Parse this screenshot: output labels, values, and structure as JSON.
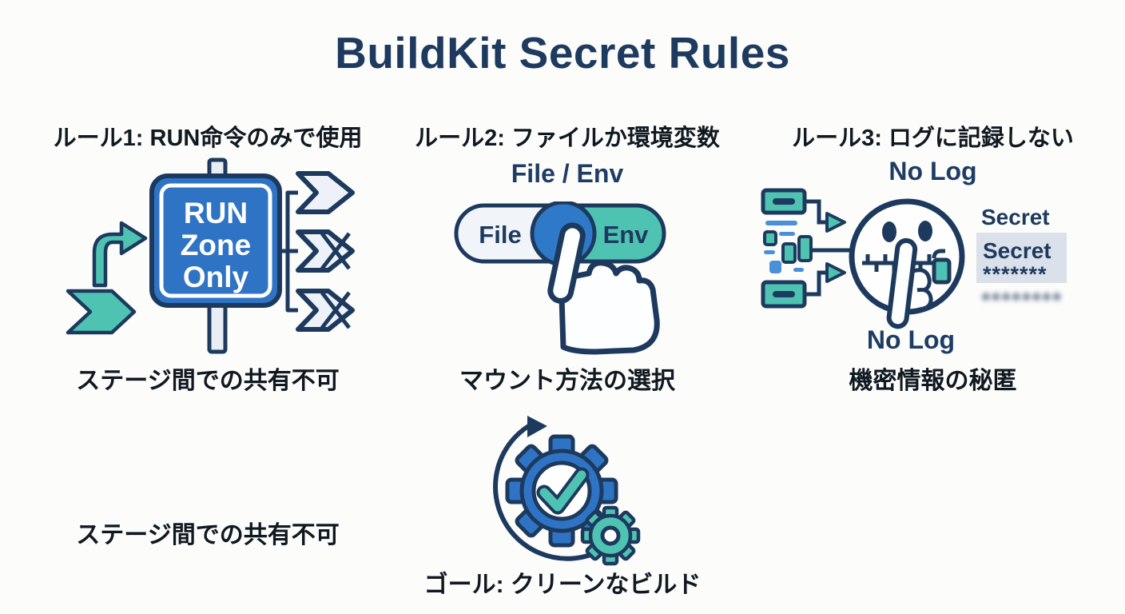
{
  "title": "BuildKit Secret Rules",
  "rules": [
    {
      "heading": "ルール1: RUN命令のみで使用",
      "icon": "run-zone-road-sign",
      "sign": {
        "line1": "RUN",
        "line2": "Zone",
        "line3": "Only"
      },
      "caption": "ステージ間での共有不可"
    },
    {
      "heading": "ルール2: ファイルか環境変数",
      "icon": "file-env-toggle-with-hand",
      "subtitle": "File / Env",
      "toggle": {
        "left_option": "File",
        "right_option": "Env"
      },
      "caption": "マウント方法の選択"
    },
    {
      "heading": "ルール3: ログに記録しない",
      "icon": "zipper-mouth-face",
      "label_top": "No Log",
      "label_bottom": "No Log",
      "log_lines": {
        "visible_secret": "Secret",
        "highlighted_secret": "Secret",
        "masked_value": "*******",
        "blurred_value": "********"
      },
      "caption": "機密情報の秘匿"
    }
  ],
  "goal": {
    "icon": "gear-with-checkmark",
    "caption": "ゴール: クリーンなビルド"
  },
  "footnote": "ステージ間での共有不可",
  "colors": {
    "title_navy": "#1e3a5f",
    "outline_navy": "#1d3a5e",
    "sign_blue": "#2f74c4",
    "knob_blue": "#2e7ac8",
    "teal": "#4fc3b2",
    "light_arrow_fill": "#eef2f8",
    "gray_highlight_box": "#dbe1ea",
    "text_black": "#101820"
  }
}
